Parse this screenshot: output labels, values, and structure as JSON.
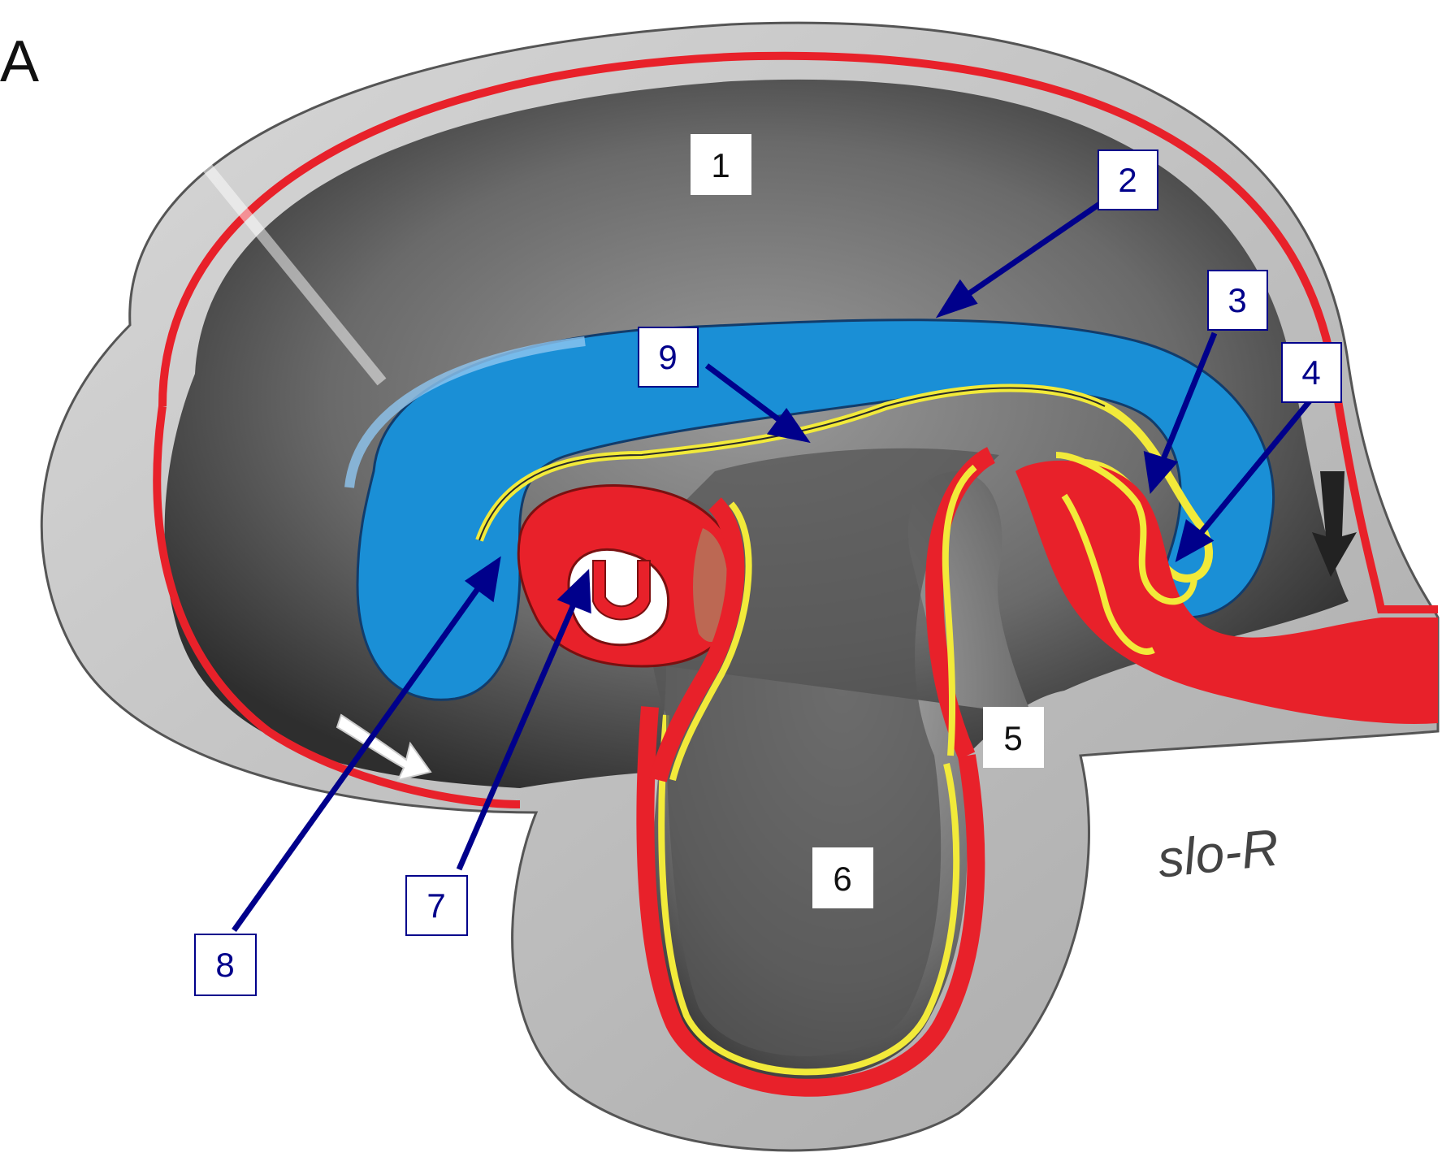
{
  "figure": {
    "panel_letter": "A",
    "signature": "slo-R"
  },
  "colors": {
    "background": "#ffffff",
    "outer_layer": "#c8c8c8",
    "dark_cavity": "#4d4d4d",
    "red_layer": "#e8212a",
    "blue_region": "#1a8fd6",
    "yellow_line": "#f2ea3a",
    "arrow_blue": "#00008b",
    "label_border": "#00008b"
  },
  "labels": [
    {
      "id": "1",
      "text": "1",
      "boxed": false
    },
    {
      "id": "2",
      "text": "2",
      "boxed": true
    },
    {
      "id": "3",
      "text": "3",
      "boxed": true
    },
    {
      "id": "4",
      "text": "4",
      "boxed": true
    },
    {
      "id": "5",
      "text": "5",
      "boxed": false
    },
    {
      "id": "6",
      "text": "6",
      "boxed": false
    },
    {
      "id": "7",
      "text": "7",
      "boxed": true
    },
    {
      "id": "8",
      "text": "8",
      "boxed": true
    },
    {
      "id": "9",
      "text": "9",
      "boxed": true
    }
  ]
}
